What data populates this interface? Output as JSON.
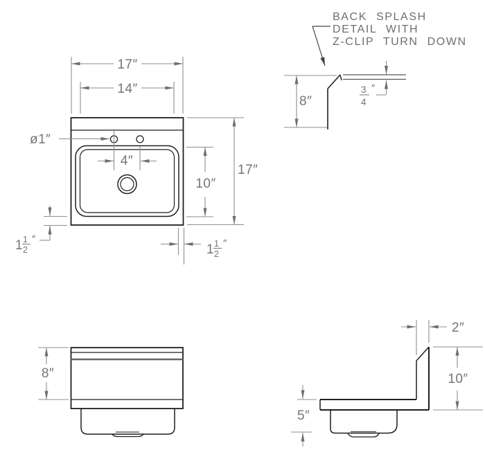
{
  "drawing": {
    "plan_view": {
      "dim_overall_width": "17″",
      "dim_bowl_width": "14″",
      "dim_faucet_spacing": "4″",
      "dim_hole_diameter": "ø1″",
      "dim_bowl_depth": "10″",
      "dim_overall_depth": "17″",
      "dim_margin_left": {
        "whole": "1",
        "numerator": "1",
        "denominator": "2",
        "unit": "″"
      },
      "dim_margin_right": {
        "whole": "1",
        "numerator": "1",
        "denominator": "2",
        "unit": "″"
      }
    },
    "backsplash_detail": {
      "note_line_1": "BACK SPLASH",
      "note_line_2": "DETAIL WITH",
      "note_line_3": "Z-CLIP TURN DOWN",
      "dim_height": "8″",
      "dim_turndown": {
        "numerator": "3",
        "denominator": "4",
        "unit": "″"
      }
    },
    "front_view": {
      "dim_backsplash_height": "8″"
    },
    "side_view": {
      "dim_top_width": "2″",
      "dim_backsplash_height": "10″",
      "dim_bowl_depth": "5″"
    },
    "line_colors": {
      "object": "#1f1f1f",
      "dimension": "#8e8e8e",
      "text": "#757575"
    }
  }
}
